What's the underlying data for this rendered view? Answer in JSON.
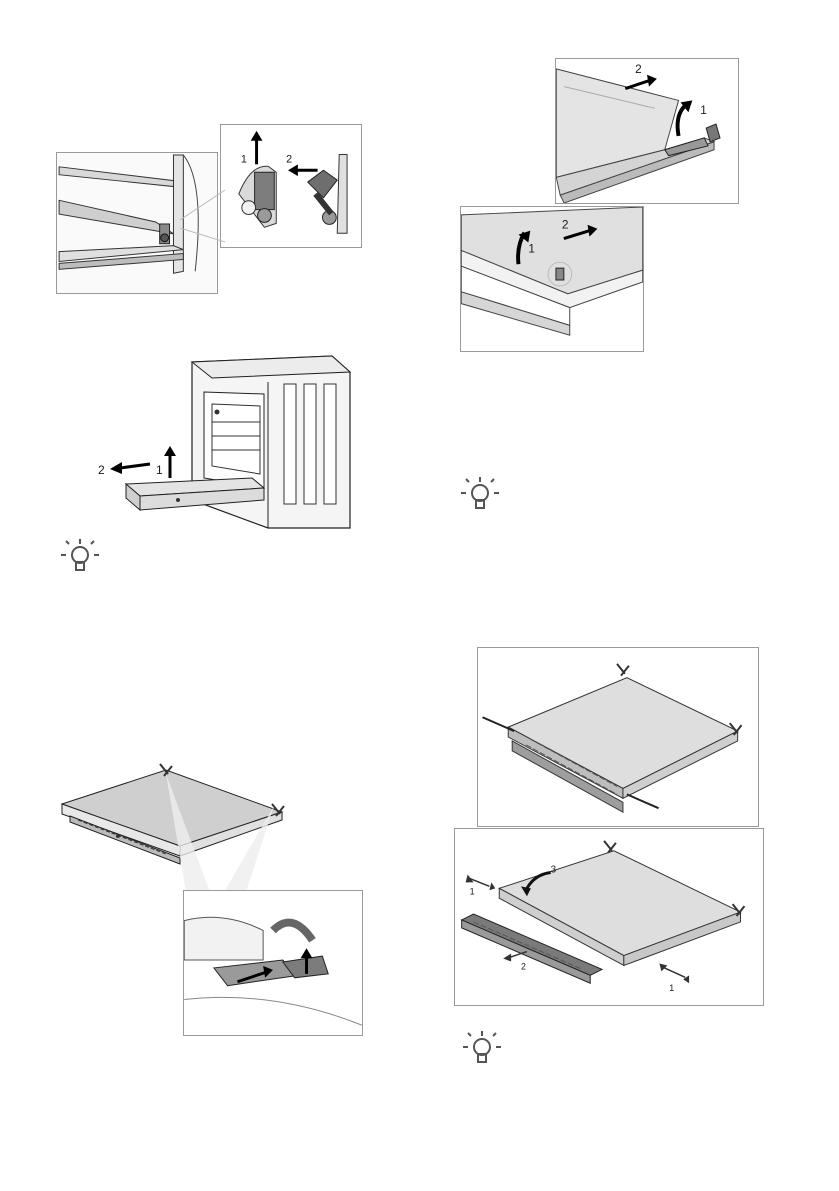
{
  "figures": {
    "hinge_lock": {
      "step1": "1",
      "step2": "2"
    },
    "door_remove": {
      "step1": "1",
      "step2": "2"
    },
    "glass_lift_top": {
      "step1": "1",
      "step2": "2"
    },
    "glass_lift_bottom": {
      "step1": "1",
      "step2": "2"
    },
    "panel_disassembly": {
      "step1a": "1",
      "step1b": "1",
      "step2": "2",
      "step3": "3"
    }
  },
  "icons": [
    "lightbulb-tip-icon",
    "lightbulb-tip-icon",
    "lightbulb-tip-icon"
  ]
}
